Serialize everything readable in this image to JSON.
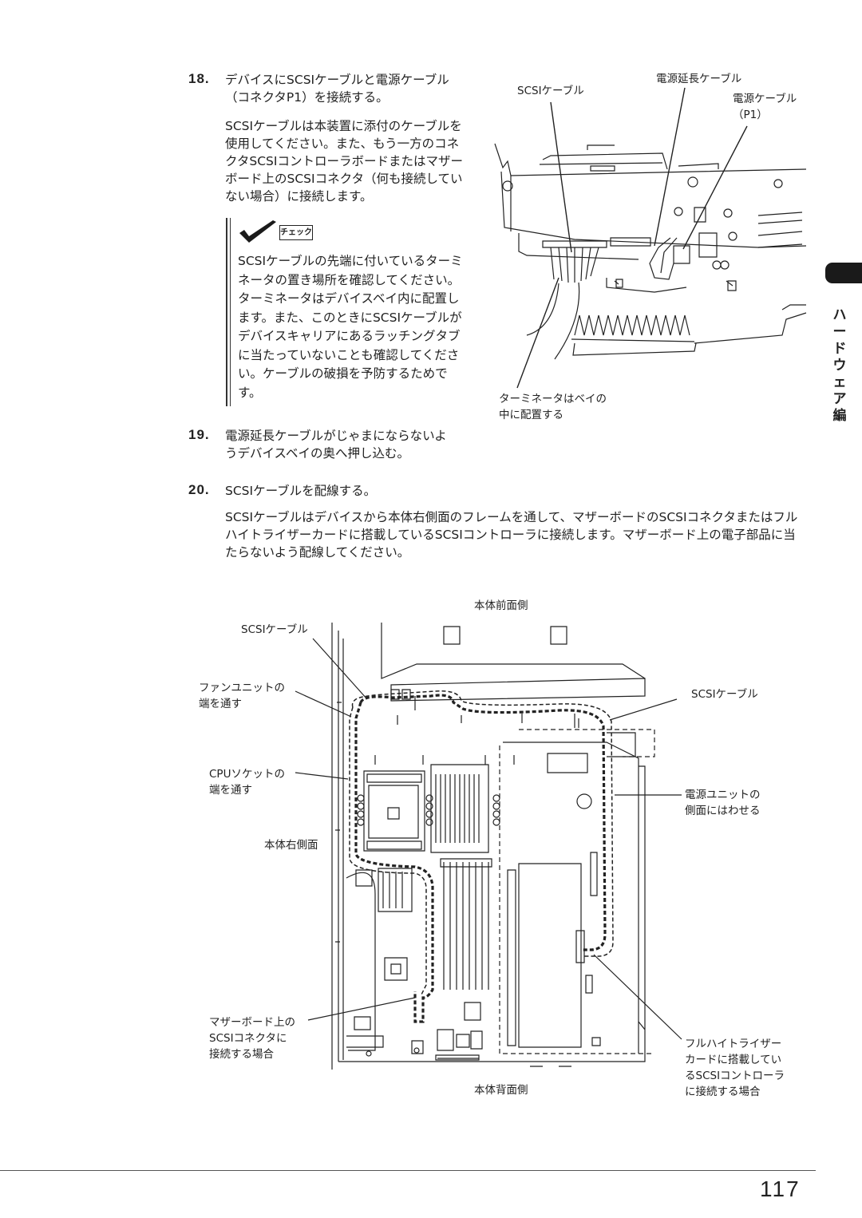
{
  "steps": {
    "s18": {
      "num": "18.",
      "title_line1": "デバイスにSCSIケーブルと電源ケーブル",
      "title_line2": "（コネクタP1）を接続する。",
      "body": "SCSIケーブルは本装置に添付のケーブルを使用してください。また、もう一方のコネクタSCSIコントローラボードまたはマザーボード上のSCSIコネクタ（何も接続していない場合）に接続します。"
    },
    "check": {
      "badge": "チェック",
      "text": "SCSIケーブルの先端に付いているターミネータの置き場所を確認してください。ターミネータはデバイスベイ内に配置します。また、このときにSCSIケーブルがデバイスキャリアにあるラッチングタブに当たっていないことも確認してください。ケーブルの破損を予防するためです。"
    },
    "s19": {
      "num": "19.",
      "title_line1": "電源延長ケーブルがじゃまにならないよ",
      "title_line2": "うデバイスベイの奥へ押し込む。"
    },
    "s20": {
      "num": "20.",
      "title": "SCSIケーブルを配線する。",
      "body": "SCSIケーブルはデバイスから本体右側面のフレームを通して、マザーボードのSCSIコネクタまたはフルハイトライザーカードに搭載しているSCSIコントローラに接続します。マザーボード上の電子部品に当たらないよう配線してください。"
    }
  },
  "figure1": {
    "scsi_cable": "SCSIケーブル",
    "power_ext_cable": "電源延長ケーブル",
    "power_cable_line1": "電源ケーブル",
    "power_cable_line2": "（P1）",
    "terminator_line1": "ターミネータはベイの",
    "terminator_line2": "中に配置する"
  },
  "figure2": {
    "front_side": "本体前面側",
    "scsi_cable_left": "SCSIケーブル",
    "fan_unit_line1": "ファンユニットの",
    "fan_unit_line2": "端を通す",
    "scsi_cable_right": "SCSIケーブル",
    "cpu_socket_line1": "CPUソケットの",
    "cpu_socket_line2": "端を通す",
    "psu_line1": "電源ユニットの",
    "psu_line2": "側面にはわせる",
    "right_side": "本体右側面",
    "mb_line1": "マザーボード上の",
    "mb_line2": "SCSIコネクタに",
    "mb_line3": "接続する場合",
    "riser_line1": "フルハイトライザー",
    "riser_line2": "カードに搭載してい",
    "riser_line3": "るSCSIコントローラ",
    "riser_line4": "に接続する場合",
    "rear_side": "本体背面側"
  },
  "sidebar": {
    "section": "ハードウェア編"
  },
  "footer": {
    "page_number": "117"
  }
}
